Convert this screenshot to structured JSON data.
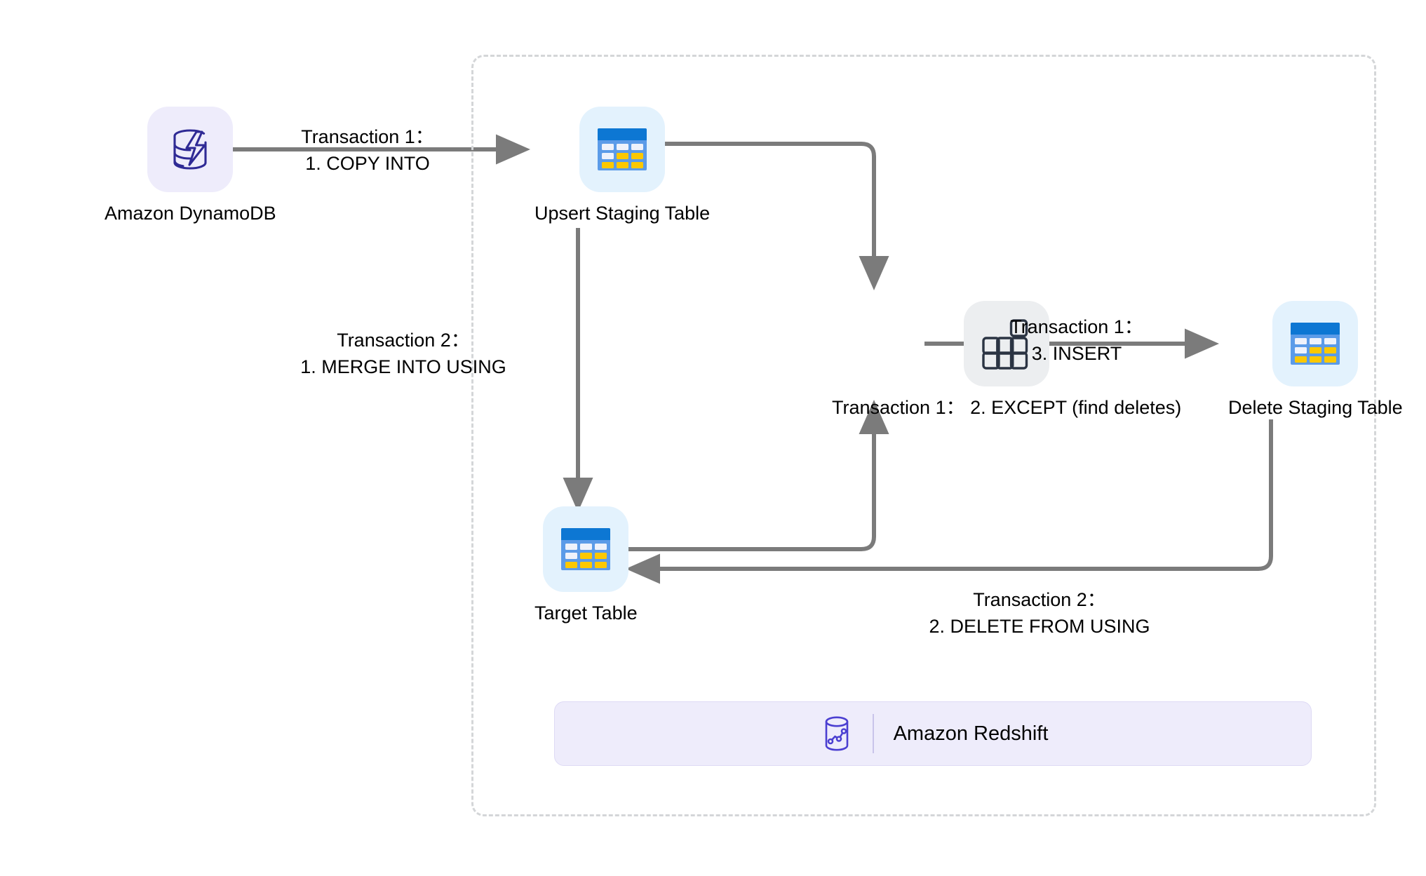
{
  "diagram": {
    "title": "Amazon DynamoDB to Amazon Redshift upsert and delete flow",
    "colors": {
      "edge": "#7b7b7b",
      "region_border": "#d4d6d8",
      "tile_lavender": "#eeecfb",
      "tile_blue": "#e3f2fd",
      "tile_grey": "#eceef0",
      "table_header_blue": "#0d77d3",
      "table_body_blue": "#5b9be8",
      "table_cell_yellow": "#fcc800",
      "table_cell_white": "#eef2fb",
      "brand_indigo": "#3f36a8",
      "text": "#000000"
    }
  },
  "nodes": {
    "dynamodb": {
      "label": "Amazon DynamoDB",
      "icon": "dynamodb-database-bolt-icon"
    },
    "upsert_staging": {
      "label": "Upsert Staging Table",
      "icon": "table-icon"
    },
    "except": {
      "label": "Transaction 1：\n2. EXCEPT (find deletes)",
      "label_line1": "Transaction 1：",
      "label_line2": "2. EXCEPT (find deletes)",
      "icon": "set-difference-squares-icon"
    },
    "delete_staging": {
      "label": "Delete Staging Table",
      "icon": "table-icon"
    },
    "target": {
      "label": "Target Table",
      "icon": "table-icon"
    }
  },
  "edges": [
    {
      "id": "copy-into",
      "from": "dynamodb",
      "to": "upsert_staging",
      "line1": "Transaction 1：",
      "line2": "1. COPY INTO"
    },
    {
      "id": "merge-into-using",
      "from": "upsert_staging",
      "to": "target",
      "line1": "Transaction 2：",
      "line2": "1. MERGE INTO USING"
    },
    {
      "id": "insert",
      "from": "except",
      "to": "delete_staging",
      "line1": "Transaction 1：",
      "line2": "3. INSERT"
    },
    {
      "id": "delete-from-using",
      "from": "delete_staging",
      "to": "target",
      "line1": "Transaction 2：",
      "line2": "2. DELETE FROM USING"
    },
    {
      "id": "upsert-to-except",
      "from": "upsert_staging",
      "to": "except",
      "line1": "",
      "line2": ""
    },
    {
      "id": "target-to-except",
      "from": "target",
      "to": "except",
      "line1": "",
      "line2": ""
    }
  ],
  "service_bar": {
    "label": "Amazon Redshift",
    "icon": "redshift-cylinder-chart-icon"
  }
}
